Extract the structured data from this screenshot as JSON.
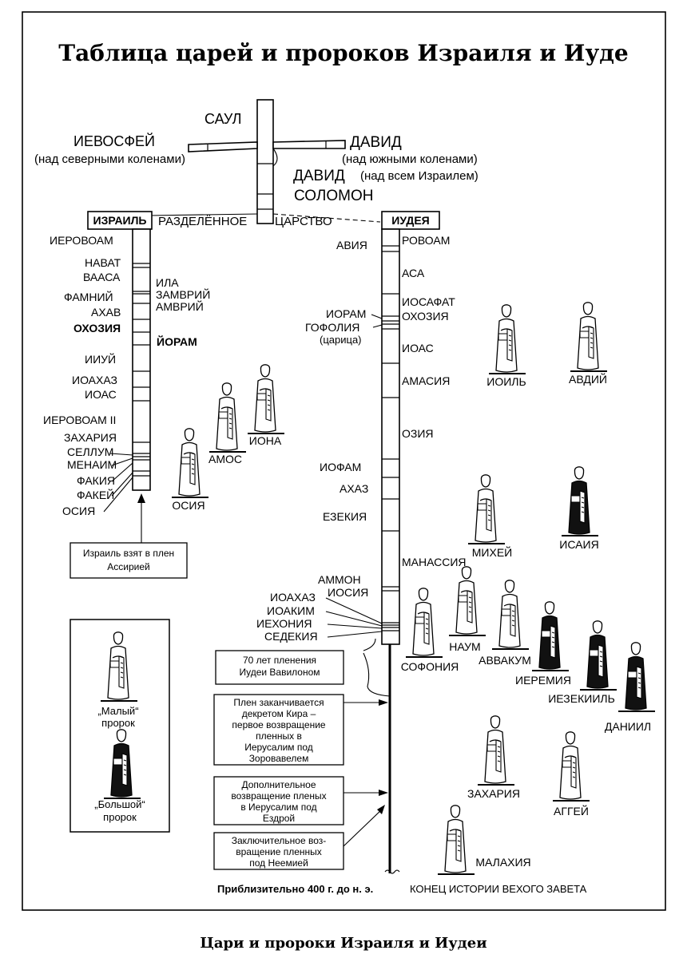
{
  "title": "Таблица царей и пророков Израиля и Иуде",
  "caption": "Цари и пророки Израиля и Иудеи",
  "united": {
    "saul": "САУЛ",
    "ishbosheth": "ИЕВОСФЕЙ",
    "ishbosheth_note": "(над северными коленами)",
    "david1": "ДАВИД",
    "david1_note": "(над южными коленами)",
    "david2": "ДАВИД",
    "david2_note": "(над всем Израилем)",
    "solomon": "СОЛОМОН"
  },
  "divided": {
    "left": "РАЗДЕЛЁННОЕ",
    "right": "ЦАРСТВО"
  },
  "israel": {
    "label": "ИЗРАИЛЬ",
    "kings_left": [
      "ИЕРОВОАМ",
      "НАВАТ",
      "ВААСА",
      "ФАМНИЙ",
      "АХАВ",
      "ОХОЗИЯ",
      "ИИУЙ",
      "ИОАХАЗ",
      "ИОАС",
      "ИЕРОВОАМ II",
      "ЗАХАРИЯ",
      "СЕЛЛУМ",
      "МЕНАИМ",
      "ФАКИЯ",
      "ФАКЕЙ",
      "ОСИЯ"
    ],
    "kings_right": [
      "ИЛА",
      "ЗАМВРИЙ",
      "АМВРИЙ",
      "ЙОРАМ"
    ],
    "captivity_note": "Израиль взят в плен Ассирией"
  },
  "judah": {
    "label": "ИУДЕЯ",
    "kings_right": [
      "РОВОАМ",
      "АСА",
      "ИОСАФАТ",
      "ОХОЗИЯ",
      "ИОАС",
      "АМАСИЯ",
      "ОЗИЯ",
      "МАНАССИЯ"
    ],
    "kings_left": [
      "АВИЯ",
      "ИОРАМ",
      "ГОФОЛИЯ",
      "(царица)",
      "ИОФАМ",
      "АХАЗ",
      "ЕЗЕКИЯ",
      "АММОН",
      "ИОСИЯ",
      "ИОАХАЗ",
      "ИОАКИМ",
      "ИЕХОНИЯ",
      "СЕДЕКИЯ"
    ]
  },
  "prophets": [
    {
      "name": "ИОИЛЬ",
      "kind": "minor"
    },
    {
      "name": "АВДИЙ",
      "kind": "minor"
    },
    {
      "name": "ИОНА",
      "kind": "minor"
    },
    {
      "name": "АМОС",
      "kind": "minor"
    },
    {
      "name": "ОСИЯ",
      "kind": "minor"
    },
    {
      "name": "МИХЕЙ",
      "kind": "minor"
    },
    {
      "name": "ИСАИЯ",
      "kind": "major"
    },
    {
      "name": "СОФОНИЯ",
      "kind": "minor"
    },
    {
      "name": "НАУМ",
      "kind": "minor"
    },
    {
      "name": "АВВАКУМ",
      "kind": "minor"
    },
    {
      "name": "ИЕРЕМИЯ",
      "kind": "major"
    },
    {
      "name": "ИЕЗЕКИИЛЬ",
      "kind": "major"
    },
    {
      "name": "ДАНИИЛ",
      "kind": "major"
    },
    {
      "name": "ЗАХАРИЯ",
      "kind": "minor"
    },
    {
      "name": "АГГЕЙ",
      "kind": "minor"
    },
    {
      "name": "МАЛАХИЯ",
      "kind": "minor"
    }
  ],
  "legend": {
    "minor_q": "„Малый“",
    "minor_w": "пророк",
    "major_q": "„Большой“",
    "major_w": "пророк"
  },
  "notes": [
    {
      "lines": [
        "70 лет пленения",
        "Иудеи Вавилоном"
      ]
    },
    {
      "lines": [
        "Плен заканчивается",
        "декретом Кира –",
        "первое возвращение",
        "пленных в",
        "Иерусалим под",
        "Зоровавелем"
      ]
    },
    {
      "lines": [
        "Дополнительное",
        "возвращение пленых",
        "в Иерусалим под",
        "Ездрой"
      ]
    },
    {
      "lines": [
        "Заключительное воз-",
        "вращение пленных",
        "под Неемией"
      ]
    }
  ],
  "footer": {
    "date": "Приблизительно 400 г. до н. э.",
    "end": "КОНЕЦ ИСТОРИИ ВЕХОГО ЗАВЕТА"
  },
  "colors": {
    "ink": "#000000",
    "paper": "#ffffff"
  }
}
